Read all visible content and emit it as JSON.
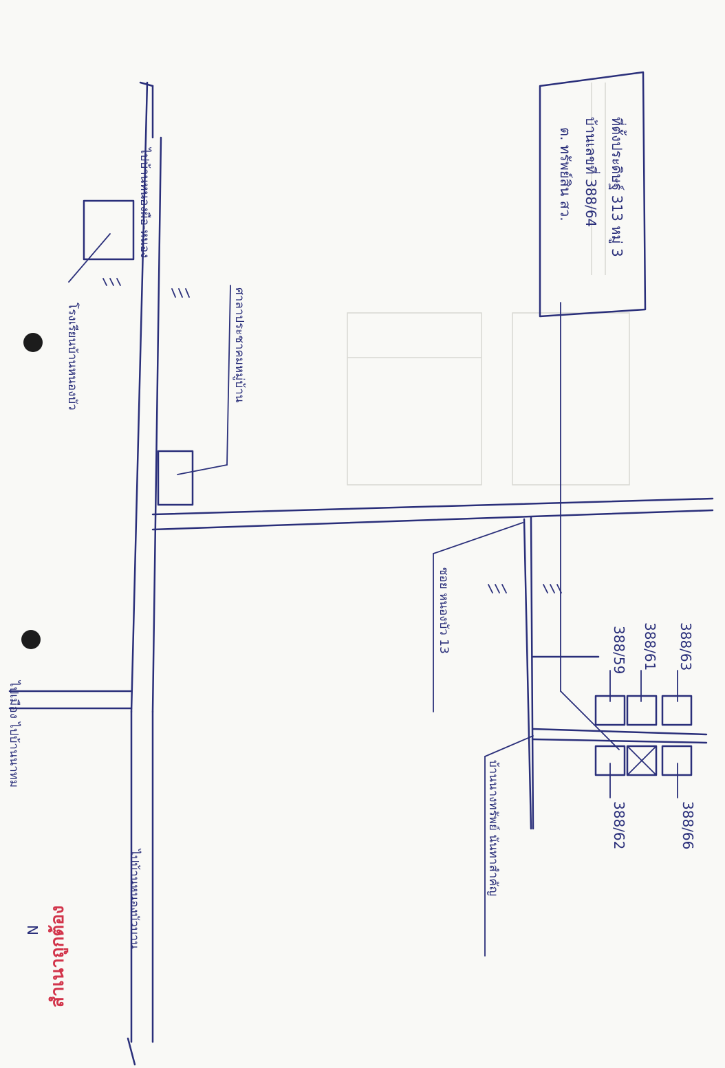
{
  "map": {
    "roads": {
      "left_road_top": "ไปบ้านหนองผือ-หนอง",
      "left_road_bottom": "ไปบ้านหนองบัวบาน",
      "bottom_road": "ไปเมือง ไปบ้านนาทม",
      "side_road": "ซอย หนองบัว 13"
    },
    "landmarks": {
      "school": "โรงเรียนบ้านหนองบัว",
      "hall": "ศาลาประชาคมหมู่บ้าน",
      "target_house": "บ้านนางทรัพย์ นันทาสำคัญ"
    },
    "info_box": {
      "line1": "ที่ตั้งประดิษฐ์ 313 หมู่ 3",
      "line2": "บ้านเลขที่ 388/64",
      "line3": "ต. ทรัพย์สิน สว."
    },
    "house_numbers": {
      "h1": "388/63",
      "h2": "388/61",
      "h3": "388/59",
      "h4": "388/66",
      "h5": "388/62"
    },
    "stamp": "สำเนาถูกต้อง",
    "north": "N"
  }
}
